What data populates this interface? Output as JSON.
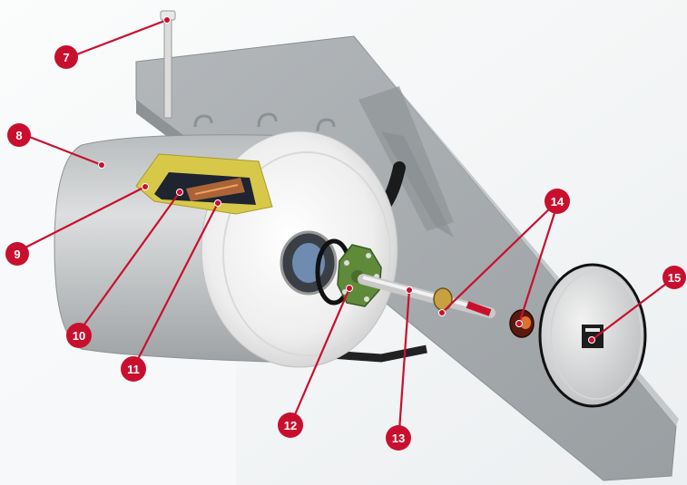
{
  "callouts": [
    {
      "label": "7"
    },
    {
      "label": "8"
    },
    {
      "label": "9"
    },
    {
      "label": "10"
    },
    {
      "label": "11"
    },
    {
      "label": "12"
    },
    {
      "label": "13"
    },
    {
      "label": "14"
    },
    {
      "label": "15"
    }
  ],
  "colors": {
    "callout": "#c8102e",
    "panel": "#a9aeb2",
    "tank": "#c9cccd",
    "insulation": "#d8c84a",
    "flange": "#5f8a3a"
  }
}
